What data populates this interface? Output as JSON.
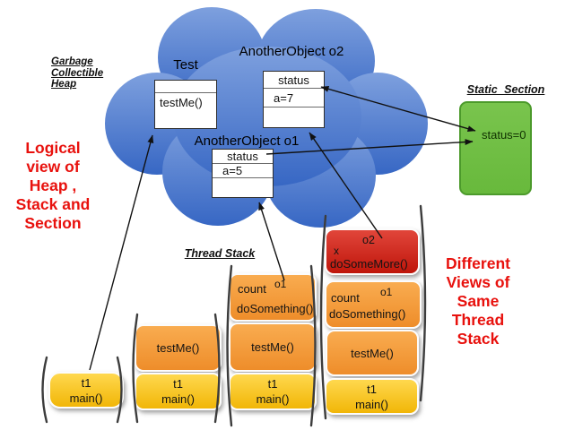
{
  "heap": {
    "section_label_lines": [
      "Garbage",
      "Collectible",
      "Heap"
    ],
    "objects": {
      "test": {
        "name": "Test",
        "method": "testMe()"
      },
      "o2": {
        "name": "AnotherObject o2",
        "field_name": "status",
        "field_value": "a=7"
      },
      "o1": {
        "name": "AnotherObject o1",
        "field_name": "status",
        "field_value": "a=5"
      }
    }
  },
  "static_section": {
    "label": "Static Section",
    "value": "status=0"
  },
  "annotations": {
    "left_lines": [
      "Logical",
      "view of",
      "Heap ,",
      "Stack and",
      "Section"
    ],
    "right_lines": [
      "Different",
      "Views of",
      "Same",
      "Thread",
      "Stack"
    ],
    "thread_stack_label": "Thread Stack"
  },
  "stacks": [
    {
      "frames": [
        {
          "type": "yellow",
          "thread": "t1",
          "method": "main()"
        }
      ]
    },
    {
      "frames": [
        {
          "type": "orange",
          "method": "testMe()"
        },
        {
          "type": "yellow",
          "thread": "t1",
          "method": "main()"
        }
      ]
    },
    {
      "frames": [
        {
          "type": "orange",
          "var": "count",
          "ref": "o1",
          "method": "doSomething()"
        },
        {
          "type": "orange",
          "method": "testMe()"
        },
        {
          "type": "yellow",
          "thread": "t1",
          "method": "main()"
        }
      ]
    },
    {
      "frames": [
        {
          "type": "red",
          "var": "x",
          "ref": "o2",
          "method": "doSomeMore()"
        },
        {
          "type": "orange",
          "var": "count",
          "ref": "o1",
          "method": "doSomething()"
        },
        {
          "type": "orange",
          "method": "testMe()"
        },
        {
          "type": "yellow",
          "thread": "t1",
          "method": "main()"
        }
      ]
    }
  ],
  "colors": {
    "cloud_top": "#7EA0DE",
    "cloud_bottom": "#3767C4",
    "orange": "#EE8D2A",
    "yellow": "#F1B607",
    "frame_red": "#BF160B",
    "green": "#6CBE45",
    "green_border": "#4C9A2B",
    "annotation_red": "#E8110D"
  }
}
